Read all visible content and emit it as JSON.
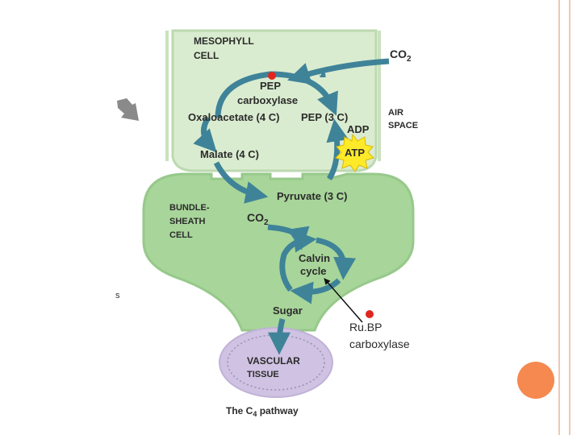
{
  "diagram": {
    "mesophyll_line1": "MESOPHYLL",
    "mesophyll_line2": "CELL",
    "co2_in": "CO",
    "co2_in_sub": "2",
    "pep_carboxylase_line1": "PEP",
    "pep_carboxylase_line2": "carboxylase",
    "oxaloacetate": "Oxaloacetate (4 C)",
    "pep_3c": "PEP (3 C)",
    "adp": "ADP",
    "atp": "ATP",
    "air_space_line1": "AIR",
    "air_space_line2": "SPACE",
    "malate": "Malate (4 C)",
    "pyruvate": "Pyruvate (3 C)",
    "bundle_line1": "BUNDLE-",
    "bundle_line2": "SHEATH",
    "bundle_line3": "CELL",
    "co2_bundle": "CO",
    "co2_bundle_sub": "2",
    "calvin_line1": "Calvin",
    "calvin_line2": "cycle",
    "sugar": "Sugar",
    "rubp_line1": "Ru.BP",
    "rubp_line2": "carboxylase",
    "vascular_line1": "VASCULAR",
    "vascular_line2": "TISSUE",
    "caption": "The C",
    "caption_sub": "4",
    "caption_end": " pathway",
    "stray_text": "s"
  },
  "colors": {
    "mesophyll_fill": "#daecd0",
    "bundle_fill": "#a8d59a",
    "vascular_fill": "#cfc2e2",
    "arrow_blue": "#3f8399",
    "enzyme_red": "#e0261f",
    "atp_yellow": "#ffea2a",
    "accent_orange": "#f5894f"
  }
}
